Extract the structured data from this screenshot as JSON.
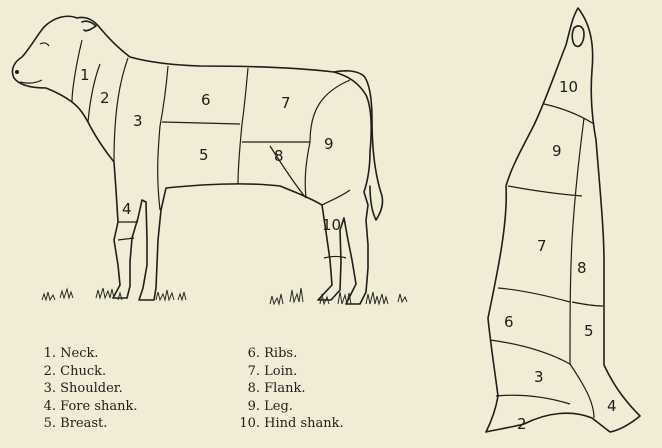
{
  "calf_numbers": [
    "1",
    "2",
    "3",
    "4",
    "5",
    "6",
    "7",
    "8",
    "9",
    "10"
  ],
  "side_numbers": [
    "10",
    "9",
    "7",
    "8",
    "6",
    "5",
    "3",
    "4",
    "2"
  ],
  "legend_left": [
    {
      "number": "1.",
      "label": "Neck."
    },
    {
      "number": "2.",
      "label": "Chuck."
    },
    {
      "number": "3.",
      "label": "Shoulder."
    },
    {
      "number": "4.",
      "label": "Fore shank."
    },
    {
      "number": "5.",
      "label": "Breast."
    }
  ],
  "legend_right": [
    {
      "number": "6.",
      "label": "Ribs."
    },
    {
      "number": "7.",
      "label": "Loin."
    },
    {
      "number": "8.",
      "label": "Flank."
    },
    {
      "number": "9.",
      "label": "Leg."
    },
    {
      "number": "10.",
      "label": "Hind shank."
    }
  ]
}
